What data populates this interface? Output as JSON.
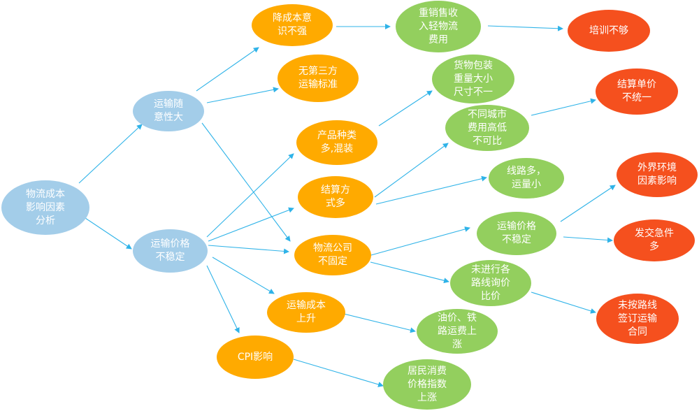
{
  "colors": {
    "root": "#a3cde9",
    "level2": "#ffaa00",
    "level3": "#93cf5e",
    "level4": "#f5501e",
    "arrow": "#2fb3e8"
  },
  "nodes": {
    "n_root": "物流成本\n影响因素\n分析",
    "n_suiyi": "运输随\n意性大",
    "n_jiage": "运输价格\n不稳定",
    "n_jiangben": "降成本意\n识不强",
    "n_disanfang": "无第三方\n运输标准",
    "n_chanpin": "产品种类\n多,混装",
    "n_jiesuanfs": "结算方\n式多",
    "n_wuliugs": "物流公司\n不固定",
    "n_chengben": "运输成本\n上升",
    "n_cpi": "CPI影响",
    "n_zhongxiao": "重销售收\n入轻物流\n费用",
    "n_huowu": "货物包装\n重量大小\n尺寸不一",
    "n_butong": "不同城市\n费用高低\n不可比",
    "n_xianlu": "线路多，\n运量小",
    "n_jiagebw": "运输价格\n不稳定",
    "n_weijinxing": "未进行各\n路线询价\n比价",
    "n_youjia": "油价、铁\n路运费上\n涨",
    "n_jumin": "居民消费\n价格指数\n上涨",
    "n_peixun": "培训不够",
    "n_jiesuandj": "结算单价\n不统一",
    "n_waijie": "外界环境\n因素影响",
    "n_fajiao": "发交急件\n多",
    "n_weian": "未按路线\n签订运输\n合同"
  }
}
